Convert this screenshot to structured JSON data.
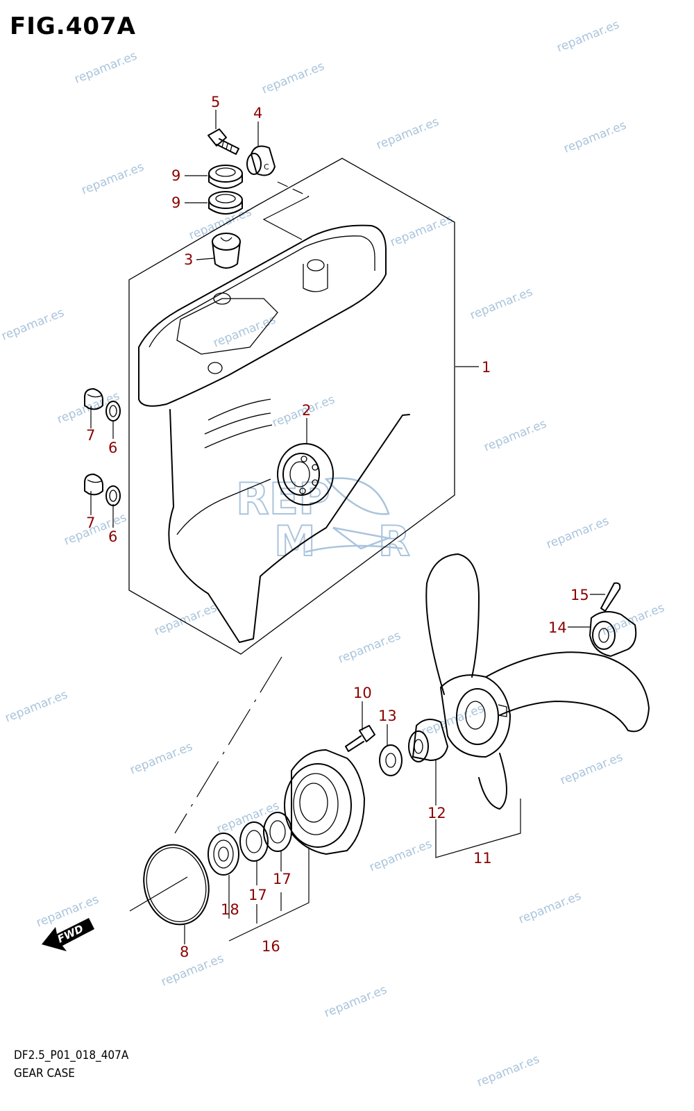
{
  "figure": {
    "title": "FIG.407A",
    "code": "DF2.5_P01_018_407A",
    "name": "GEAR CASE"
  },
  "watermark": {
    "text": "repamar.es",
    "logo_top": "REP",
    "logo_bottom": "MR"
  },
  "badge": {
    "fwd": "FWD"
  },
  "callouts": [
    {
      "id": "c1",
      "label": "1"
    },
    {
      "id": "c2",
      "label": "2"
    },
    {
      "id": "c3",
      "label": "3"
    },
    {
      "id": "c4",
      "label": "4"
    },
    {
      "id": "c5",
      "label": "5"
    },
    {
      "id": "c6a",
      "label": "6"
    },
    {
      "id": "c6b",
      "label": "6"
    },
    {
      "id": "c7a",
      "label": "7"
    },
    {
      "id": "c7b",
      "label": "7"
    },
    {
      "id": "c8",
      "label": "8"
    },
    {
      "id": "c9a",
      "label": "9"
    },
    {
      "id": "c9b",
      "label": "9"
    },
    {
      "id": "c10",
      "label": "10"
    },
    {
      "id": "c11",
      "label": "11"
    },
    {
      "id": "c12",
      "label": "12"
    },
    {
      "id": "c13",
      "label": "13"
    },
    {
      "id": "c14",
      "label": "14"
    },
    {
      "id": "c15",
      "label": "15"
    },
    {
      "id": "c16",
      "label": "16"
    },
    {
      "id": "c17a",
      "label": "17"
    },
    {
      "id": "c17b",
      "label": "17"
    },
    {
      "id": "c18",
      "label": "18"
    }
  ],
  "colors": {
    "callout": "#8b0000",
    "watermark": "#a9c4dc",
    "line": "#000000"
  }
}
